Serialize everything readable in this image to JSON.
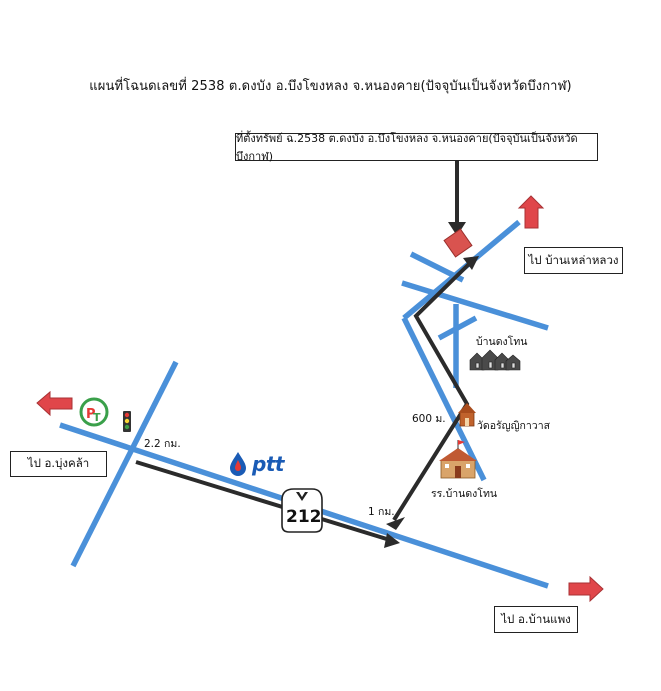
{
  "title": "แผนที่โฉนดเลขที่ 2538 ต.ดงบัง อ.บึงโขงหลง จ.หนองคาย(ปัจจุบันเป็นจังหวัดบึงกาฬ)",
  "property_label": "ที่ตั้งทรัพย์ ฉ.2538 ต.ดงบัง อ.บึงโขงหลง จ.หนองคาย(ปัจจุบันเป็นจังหวัดบึงกาฬ)",
  "destinations": {
    "north_east": "ไป บ้านเหล่าหลวง",
    "west": "ไป อ.บุ่งคล้า",
    "east": "ไป อ.บ้านแพง"
  },
  "places": {
    "village": "บ้านดงโทน",
    "temple": "วัดอรัญญิกาวาส",
    "school": "รร.บ้านดงโทน"
  },
  "distances": {
    "junction": "2.2 กม.",
    "turn": "1 กม.",
    "temple": "600 ม."
  },
  "road_number": "212",
  "brand": "ptt",
  "colors": {
    "road": "#4a90d9",
    "route": "#2b2b2b",
    "arrow": "#e0464a",
    "property": "#d9534f"
  }
}
